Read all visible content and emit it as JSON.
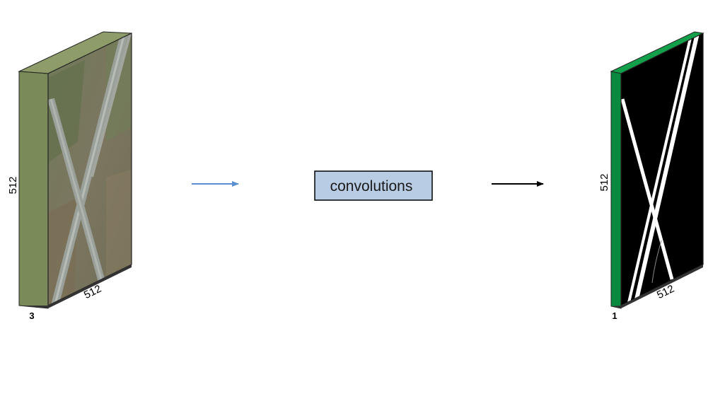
{
  "input_tensor": {
    "height_label": "512",
    "width_label": "512",
    "channels_label": "3",
    "side_color": "#7a8a58",
    "top_color": "#8e9c6a"
  },
  "process_box": {
    "label": "convolutions",
    "fill": "#b8cce4"
  },
  "arrows": {
    "input_arrow_color": "#5b8fd0",
    "output_arrow_color": "#000000"
  },
  "output_tensor": {
    "height_label": "512",
    "width_label": "512",
    "channels_label": "1",
    "side_color": "#0a8a3e",
    "top_color": "#12a04a"
  }
}
